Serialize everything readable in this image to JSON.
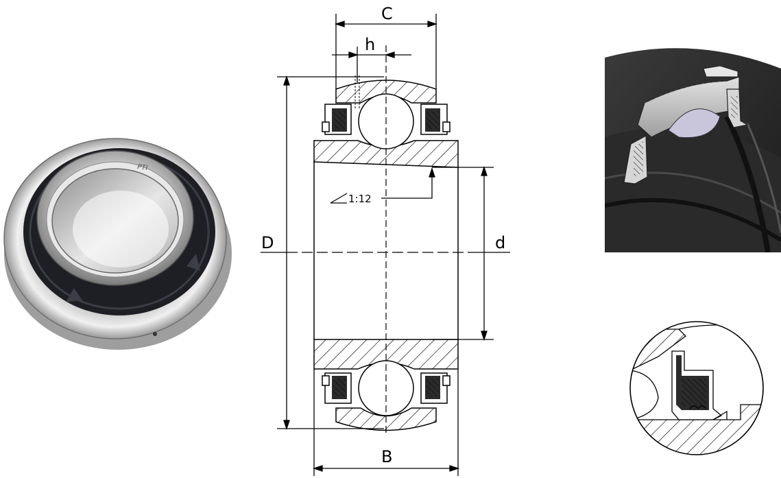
{
  "labels": {
    "C": "C",
    "h": "h",
    "D": "D",
    "d": "d",
    "B": "B",
    "taper": "1:12"
  },
  "photo": {
    "brand_mark": "PTI"
  },
  "colors": {
    "line": "#000000",
    "seal_rubber": "#2b2b2b",
    "steel_light": "#d9d9d9",
    "ball_highlight": "#c9c6dc"
  }
}
